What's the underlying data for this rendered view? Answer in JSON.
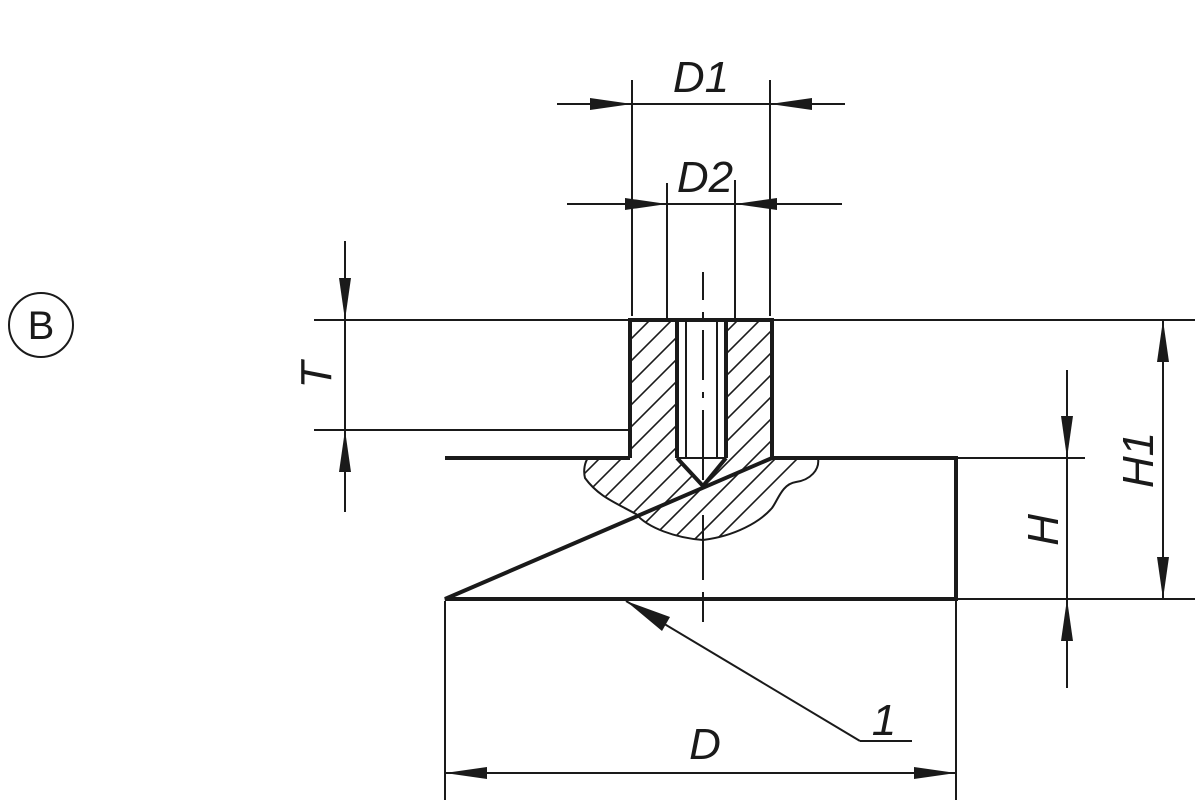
{
  "view_marker": "B",
  "dimensions": {
    "D1": "D1",
    "D2": "D2",
    "T": "T",
    "H": "H",
    "H1": "H1",
    "D": "D"
  },
  "callout": "1",
  "colors": {
    "line": "#1a1a1a",
    "background": "#ffffff"
  }
}
